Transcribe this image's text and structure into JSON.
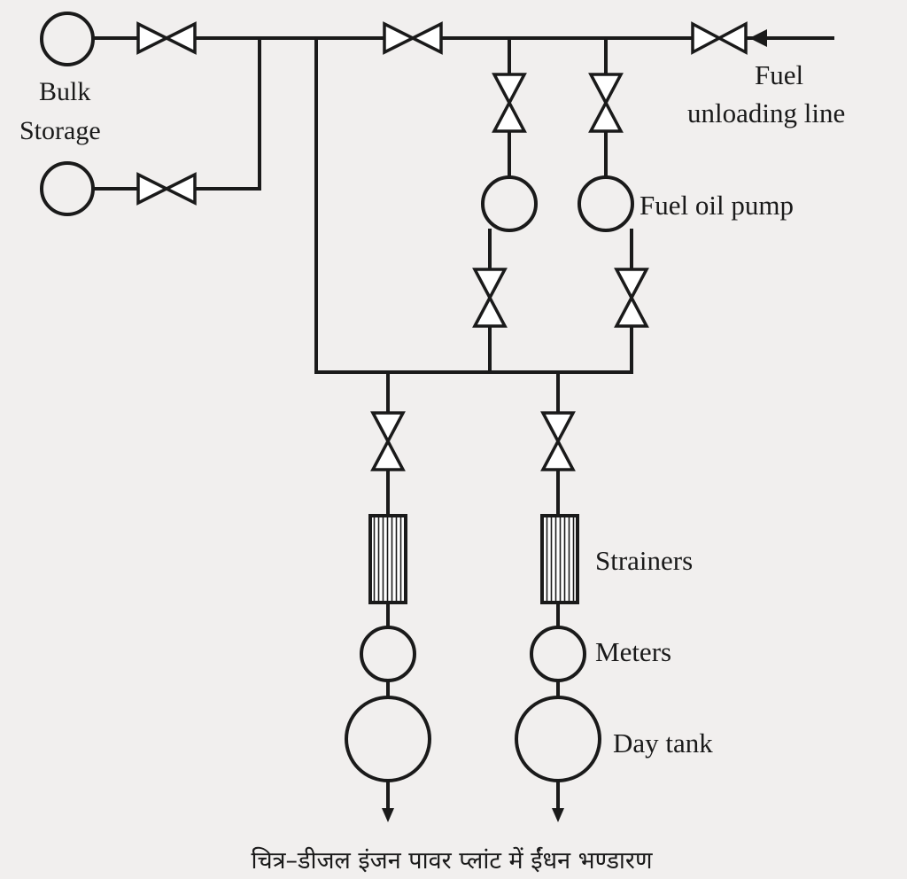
{
  "diagram": {
    "labels": {
      "bulk_storage_line1": "Bulk",
      "bulk_storage_line2": "Storage",
      "fuel_line1": "Fuel",
      "fuel_line2": "unloading line",
      "fuel_oil_pump": "Fuel oil pump",
      "strainers": "Strainers",
      "meters": "Meters",
      "day_tank": "Day tank"
    },
    "caption": "चित्र–डीजल इंजन पावर प्लांट में ईंधन भण्डारण"
  }
}
